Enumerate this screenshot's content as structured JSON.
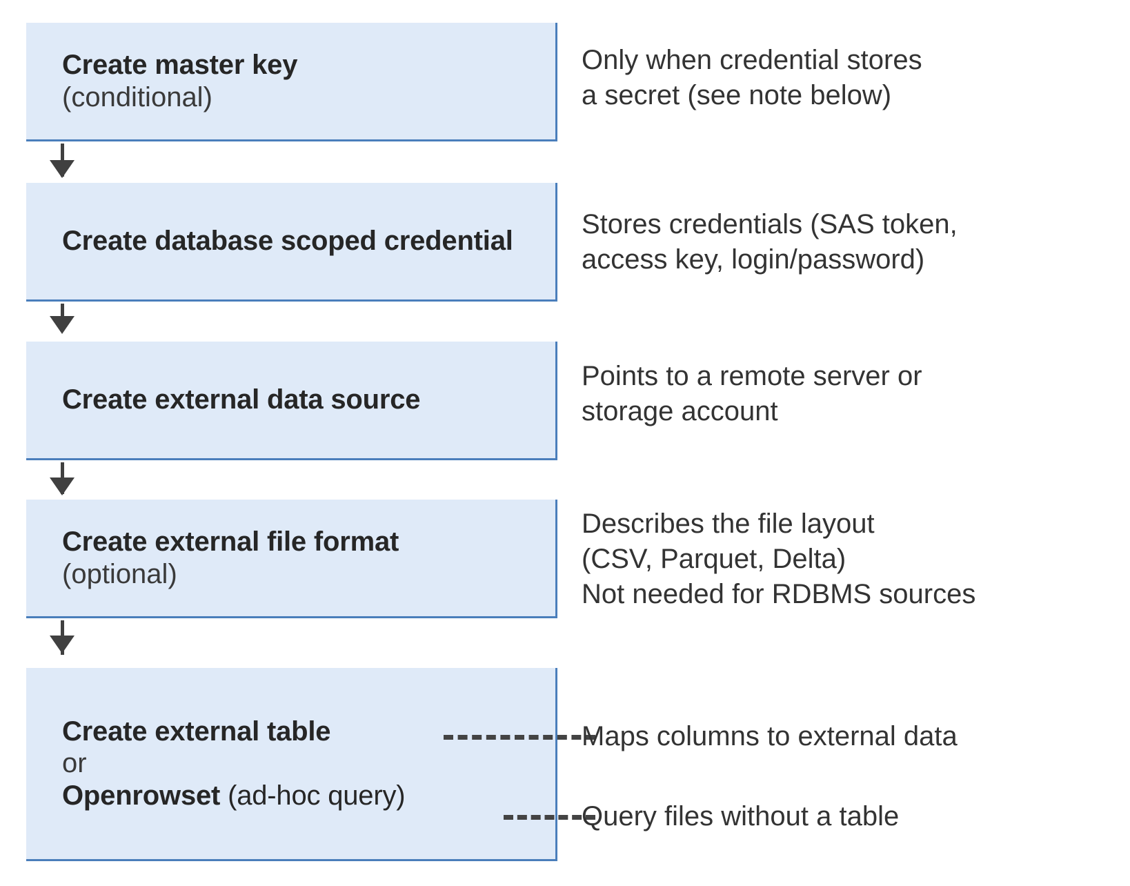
{
  "diagram": {
    "title": "External data access setup sequence",
    "colors": {
      "box_fill": "#dfeaf8",
      "box_border": "#4a7ebb",
      "text": "#262626",
      "note_text": "#333333",
      "arrow": "#404040",
      "dashed": "#434343"
    },
    "steps": [
      {
        "id": "create-master-key",
        "title": "Create master key",
        "subtitle": "(conditional)",
        "note": "Only when credential stores\na secret (see note below)"
      },
      {
        "id": "create-database-scoped-credential",
        "title": "Create database scoped credential",
        "subtitle": "",
        "note": "Stores credentials (SAS token,\naccess key, login/password)"
      },
      {
        "id": "create-external-data-source",
        "title": "Create external data source",
        "subtitle": "",
        "note": "Points to a remote server or\nstorage account"
      },
      {
        "id": "create-external-file-format",
        "title": "Create external file format",
        "subtitle": "(optional)",
        "note": "Describes the file layout\n(CSV, Parquet, Delta)\nNot needed for RDBMS sources"
      }
    ],
    "final_step": {
      "id": "create-external-table-or-openrowset",
      "line1_bold": "Create external table",
      "line2": "or",
      "line3_bold": "Openrowset",
      "line3_rest": " (ad-hoc query)",
      "note1": "Maps columns to external data",
      "note2": "Query files without a table"
    },
    "connectors": [
      {
        "id": "arrow-1",
        "from": "create-master-key",
        "to": "create-database-scoped-credential",
        "style": "solid-arrow"
      },
      {
        "id": "arrow-2",
        "from": "create-database-scoped-credential",
        "to": "create-external-data-source",
        "style": "solid-arrow"
      },
      {
        "id": "arrow-3",
        "from": "create-external-data-source",
        "to": "create-external-file-format",
        "style": "solid-arrow"
      },
      {
        "id": "arrow-4",
        "from": "create-external-file-format",
        "to": "create-external-table-or-openrowset",
        "style": "solid-arrow"
      },
      {
        "id": "dashed-1",
        "from": "create-external-table",
        "to": "note-maps-columns",
        "style": "dashed"
      },
      {
        "id": "dashed-2",
        "from": "openrowset",
        "to": "note-query-files",
        "style": "dashed"
      }
    ]
  }
}
